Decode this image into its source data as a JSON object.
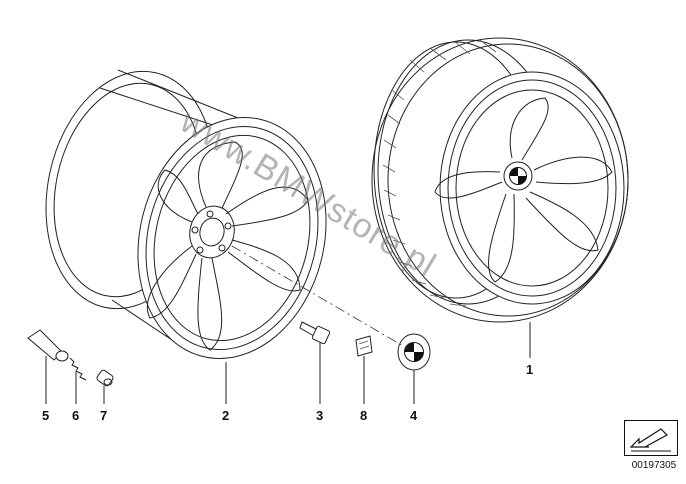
{
  "callouts": [
    {
      "id": "1",
      "label": "1"
    },
    {
      "id": "2",
      "label": "2"
    },
    {
      "id": "3",
      "label": "3"
    },
    {
      "id": "4",
      "label": "4"
    },
    {
      "id": "5",
      "label": "5"
    },
    {
      "id": "6",
      "label": "6"
    },
    {
      "id": "7",
      "label": "7"
    },
    {
      "id": "8",
      "label": "8"
    }
  ],
  "watermark": "www.BMWstore.pl",
  "reference_number": "00197305",
  "icons": {
    "reference_box": "arrow-down-left-icon",
    "bmw_logo": "bmw-roundel-icon"
  }
}
